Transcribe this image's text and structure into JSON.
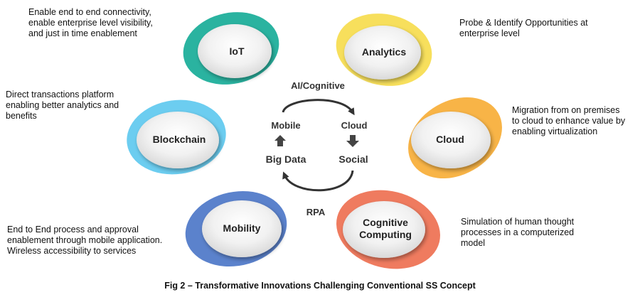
{
  "nodes": [
    {
      "id": "iot",
      "label": "IoT",
      "ring_color": "#2ab3a0",
      "description": "Enable end to end connectivity,\nenable enterprise level visibility,\nand just in time enablement"
    },
    {
      "id": "analytics",
      "label": "Analytics",
      "ring_color": "#f7df5c",
      "description": "Probe & Identify Opportunities at\nenterprise level"
    },
    {
      "id": "blockchain",
      "label": "Blockchain",
      "ring_color": "#6ccdf0",
      "description": "Direct transactions platform\nenabling better analytics and\nbenefits"
    },
    {
      "id": "cloud",
      "label": "Cloud",
      "ring_color": "#f8b447",
      "description": "Migration from on premises\nto cloud to enhance value by\nenabling virtualization"
    },
    {
      "id": "mobility",
      "label": "Mobility",
      "ring_color": "#5b82cc",
      "description": "End to End process and approval\nenablement through mobile application.\nWireless accessibility to services"
    },
    {
      "id": "cognitive",
      "label_lines": [
        "Cognitive",
        "Computing"
      ],
      "ring_color": "#ef7b5f",
      "description": "Simulation of human thought\nprocesses in a computerized\nmodel"
    }
  ],
  "center": {
    "top_label": "AI/Cognitive",
    "bottom_label": "RPA",
    "mobile": "Mobile",
    "cloud": "Cloud",
    "big_data": "Big Data",
    "social": "Social"
  },
  "caption": "Fig 2 – Transformative Innovations Challenging Conventional SS Concept"
}
